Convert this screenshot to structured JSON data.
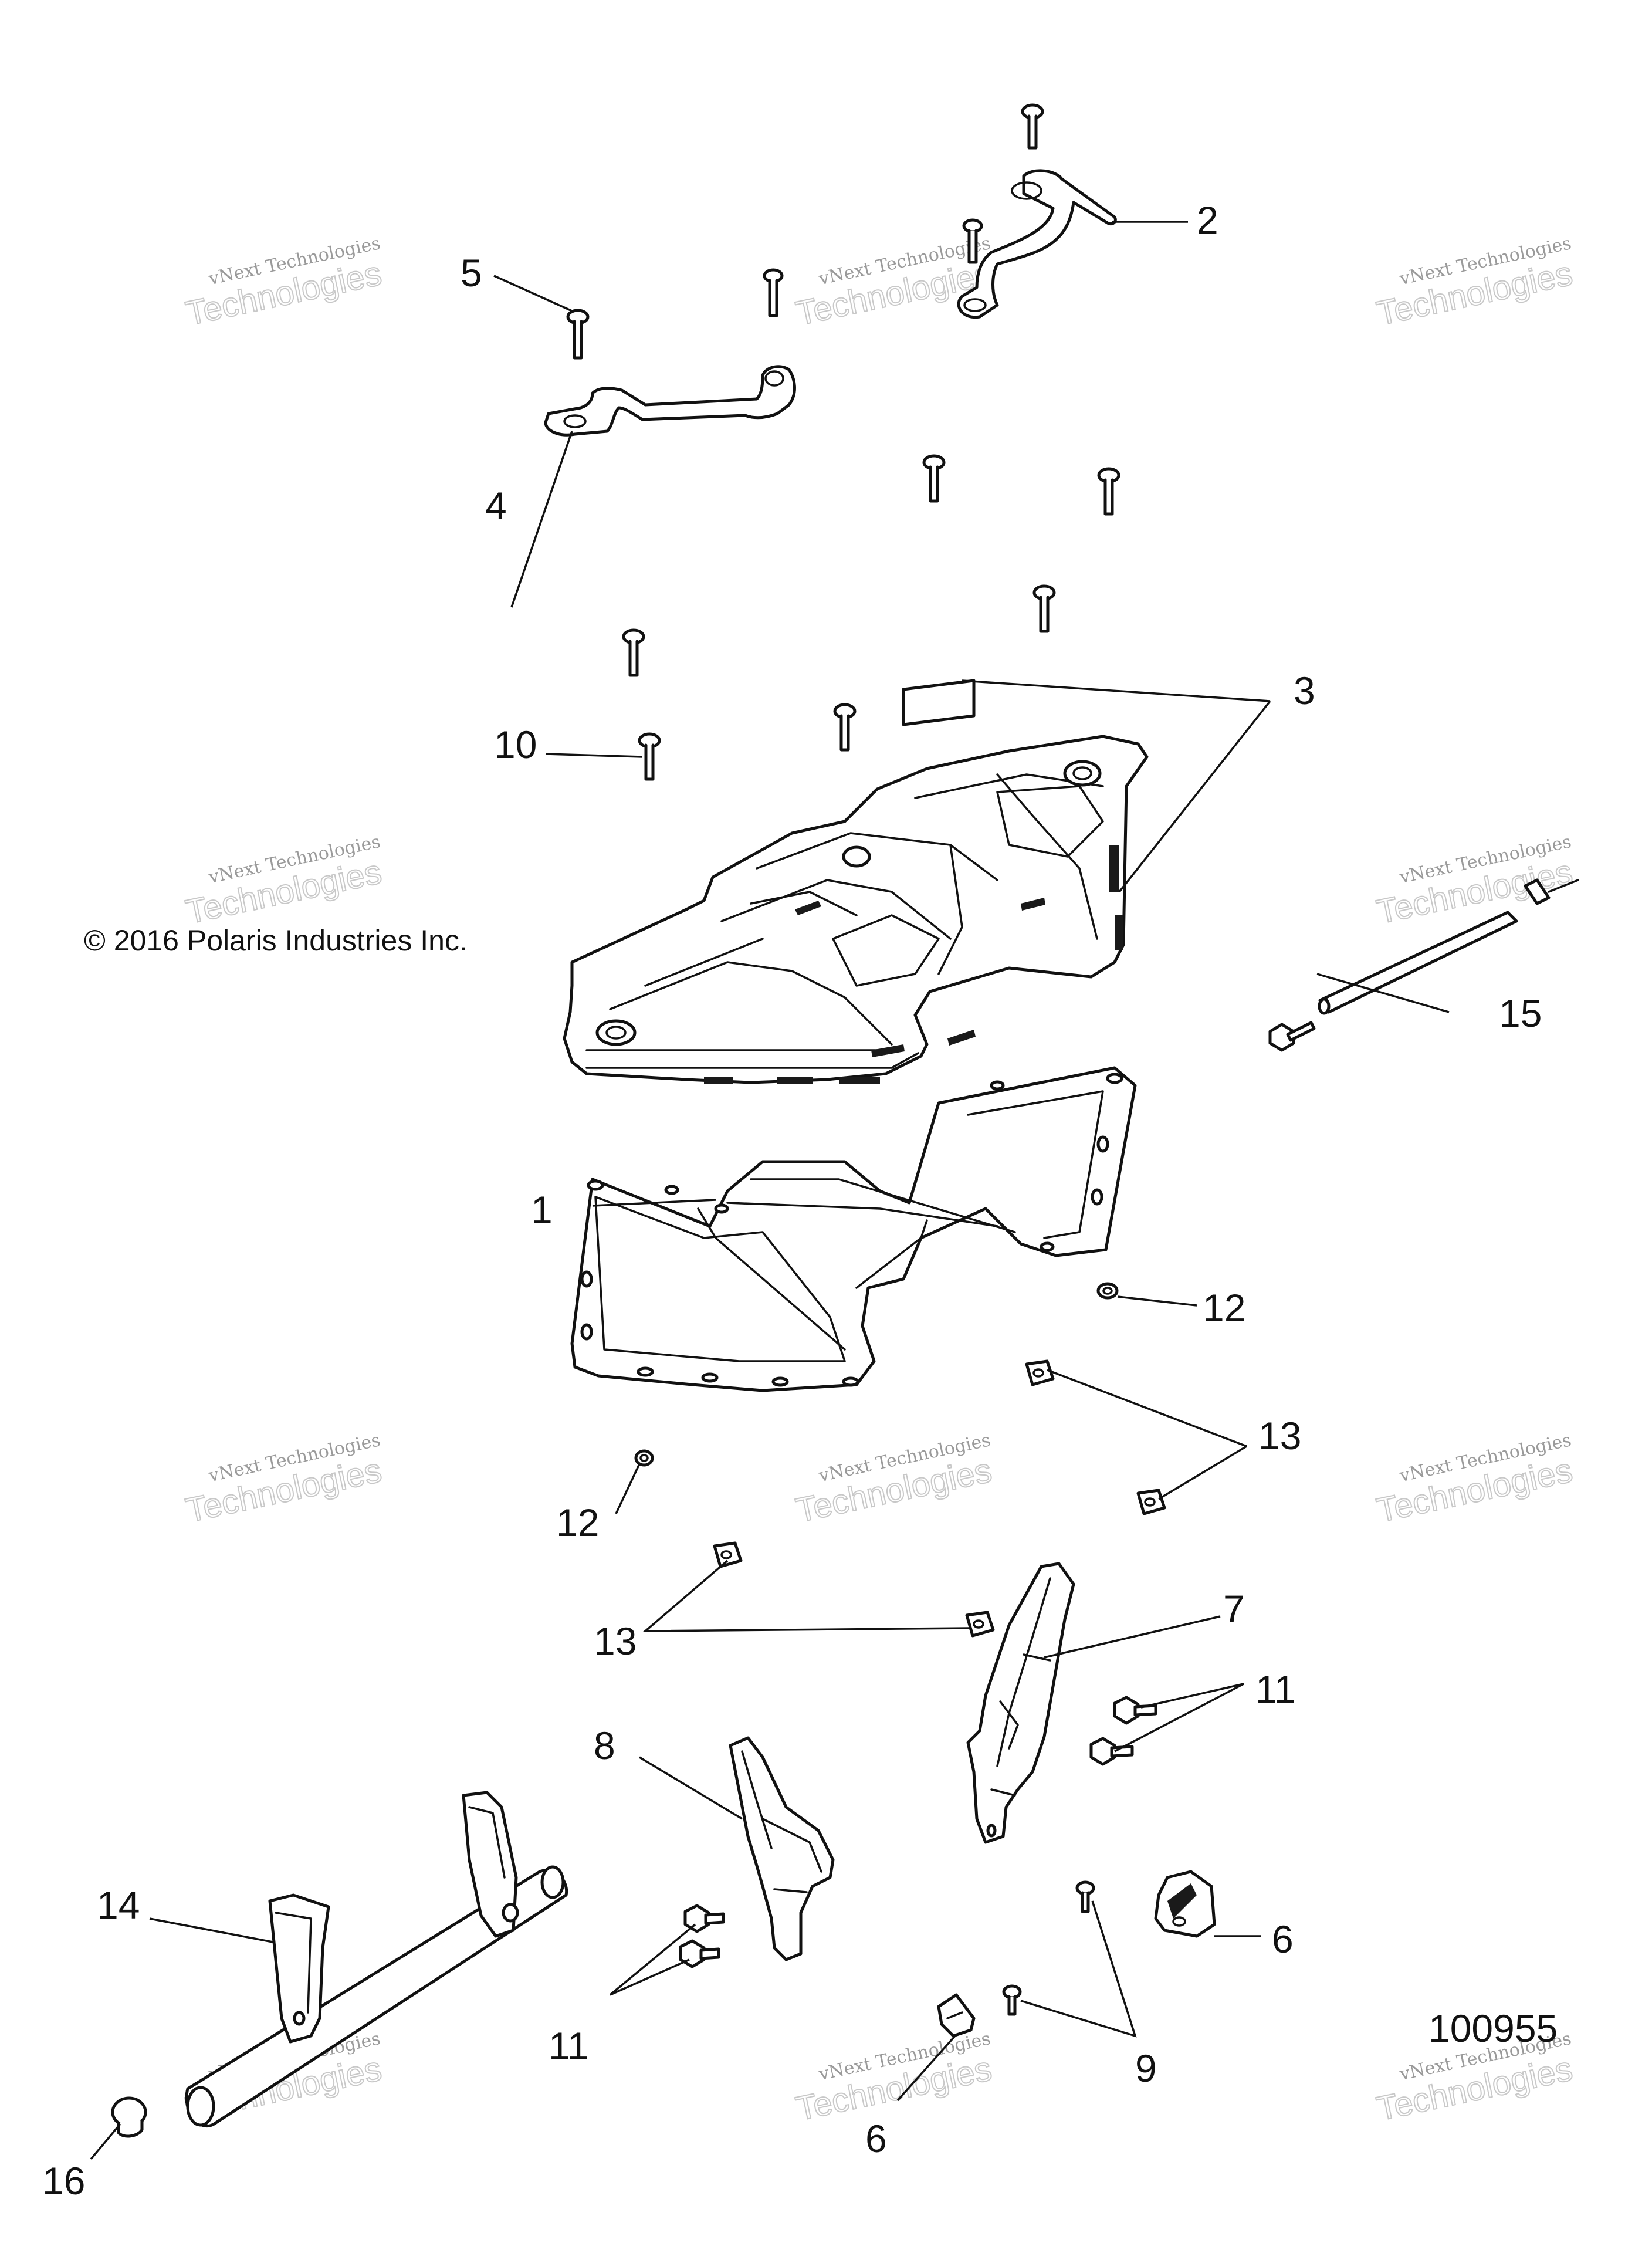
{
  "copyright": "© 2016 Polaris Industries Inc.",
  "document_number": "100955",
  "watermark": {
    "line1": "vNext Technologies",
    "line2": "Technologies"
  },
  "callouts": [
    "1",
    "2",
    "3",
    "4",
    "5",
    "6",
    "6",
    "7",
    "8",
    "9",
    "10",
    "11",
    "11",
    "12",
    "12",
    "13",
    "13",
    "14",
    "15",
    "16"
  ]
}
